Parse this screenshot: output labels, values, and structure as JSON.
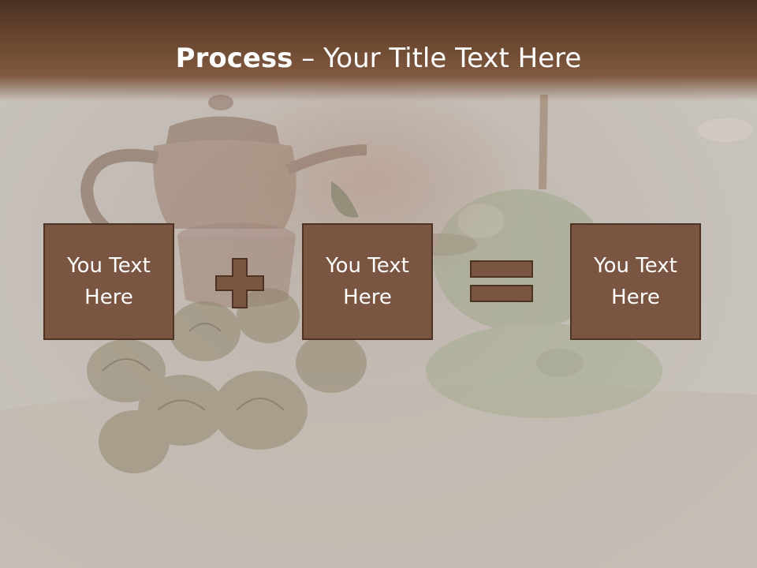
{
  "slide": {
    "title_bold": "Process",
    "title_dash": " – ",
    "title_rest": "Your Title Text Here",
    "boxes": [
      {
        "text": "You Text Here"
      },
      {
        "text": "You Text Here"
      },
      {
        "text": "You Text Here"
      }
    ],
    "operators": [
      "plus-icon",
      "equals-icon"
    ]
  },
  "colors": {
    "title_bar": "#6e4a33",
    "box_fill": "#7a5541",
    "box_border": "#4e3222",
    "operator_fill": "#7a5541",
    "background": "#c6c0ba",
    "text": "#ffffff"
  }
}
